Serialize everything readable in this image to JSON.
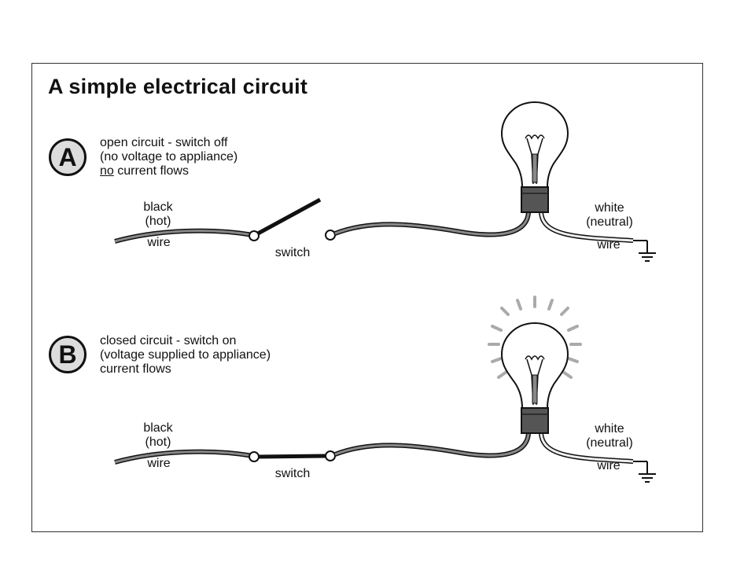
{
  "title": "A simple electrical circuit",
  "panels": [
    {
      "badge": "A",
      "line1": "open circuit - switch off",
      "line2": "(no voltage to appliance)",
      "line3_underlined": "no",
      "line3_rest": " current flows",
      "switch_state": "open",
      "bulb_lit": false,
      "hot_wire": [
        "black",
        "(hot)",
        "wire"
      ],
      "switch_label": "switch",
      "neutral_wire": [
        "white",
        "(neutral)",
        "wire"
      ]
    },
    {
      "badge": "B",
      "line1": "closed circuit - switch on",
      "line2": "(voltage supplied to appliance)",
      "line3": "current flows",
      "switch_state": "closed",
      "bulb_lit": true,
      "hot_wire": [
        "black",
        "(hot)",
        "wire"
      ],
      "switch_label": "switch",
      "neutral_wire": [
        "white",
        "(neutral)",
        "wire"
      ]
    }
  ]
}
